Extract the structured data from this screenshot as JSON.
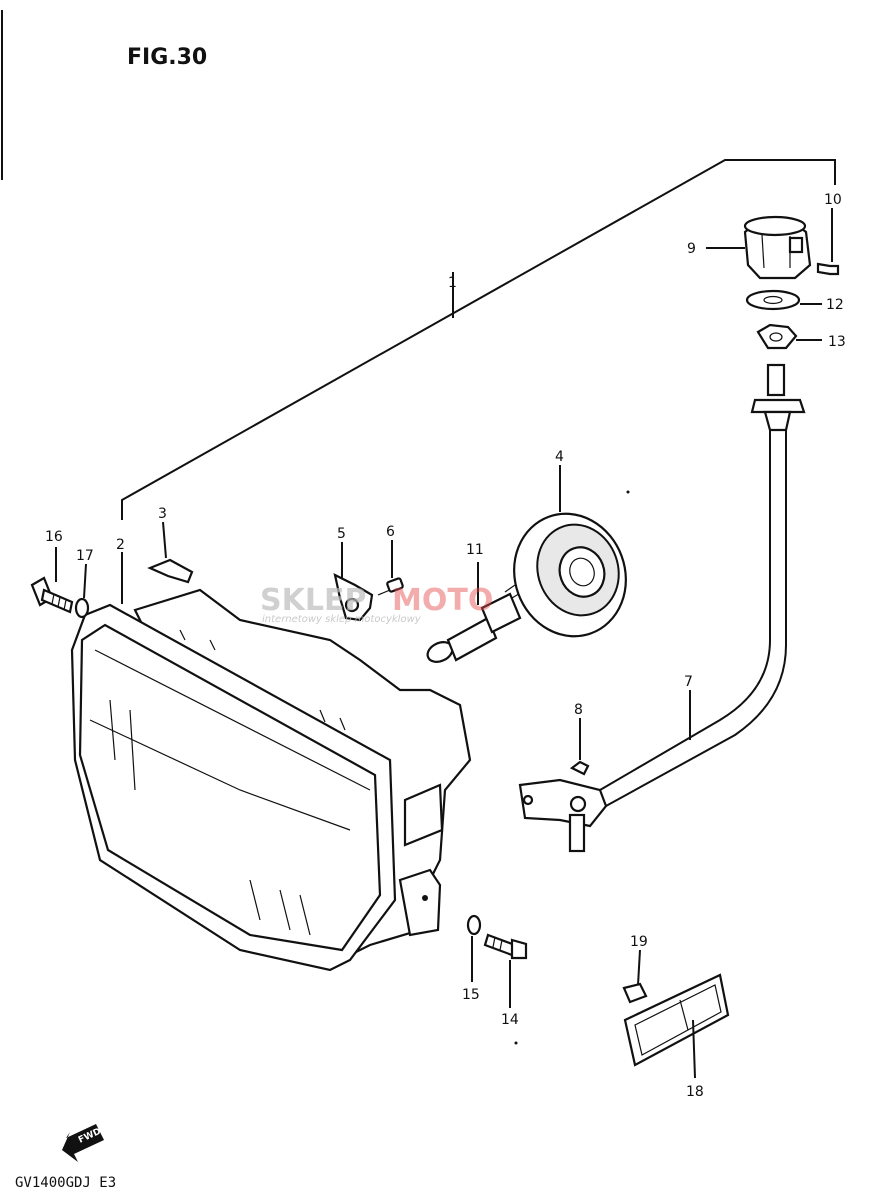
{
  "figure": {
    "title": "FIG.30",
    "model_code": "GV1400GDJ E3"
  },
  "watermark": {
    "brand_a": "SKLEP",
    "brand_b": "MOTO",
    "tagline": "internetowy sklep motocyklowy"
  },
  "direction_badge": {
    "label": "FWD"
  },
  "callouts": [
    {
      "id": "c1",
      "number": "1",
      "part": "headlight-assembly"
    },
    {
      "id": "c2",
      "number": "2",
      "part": "headlight-housing"
    },
    {
      "id": "c3",
      "number": "3",
      "part": "clip"
    },
    {
      "id": "c4",
      "number": "4",
      "part": "socket-cover"
    },
    {
      "id": "c5",
      "number": "5",
      "part": "bracket"
    },
    {
      "id": "c6",
      "number": "6",
      "part": "screw"
    },
    {
      "id": "c7",
      "number": "7",
      "part": "adjuster-cable"
    },
    {
      "id": "c8",
      "number": "8",
      "part": "screw"
    },
    {
      "id": "c9",
      "number": "9",
      "part": "adjuster-knob"
    },
    {
      "id": "c10",
      "number": "10",
      "part": "screw"
    },
    {
      "id": "c11",
      "number": "11",
      "part": "bulb"
    },
    {
      "id": "c12",
      "number": "12",
      "part": "washer"
    },
    {
      "id": "c13",
      "number": "13",
      "part": "nut"
    },
    {
      "id": "c14",
      "number": "14",
      "part": "bolt"
    },
    {
      "id": "c15",
      "number": "15",
      "part": "washer"
    },
    {
      "id": "c16",
      "number": "16",
      "part": "bolt"
    },
    {
      "id": "c17",
      "number": "17",
      "part": "washer"
    },
    {
      "id": "c18",
      "number": "18",
      "part": "reflector"
    },
    {
      "id": "c19",
      "number": "19",
      "part": "nut"
    }
  ]
}
